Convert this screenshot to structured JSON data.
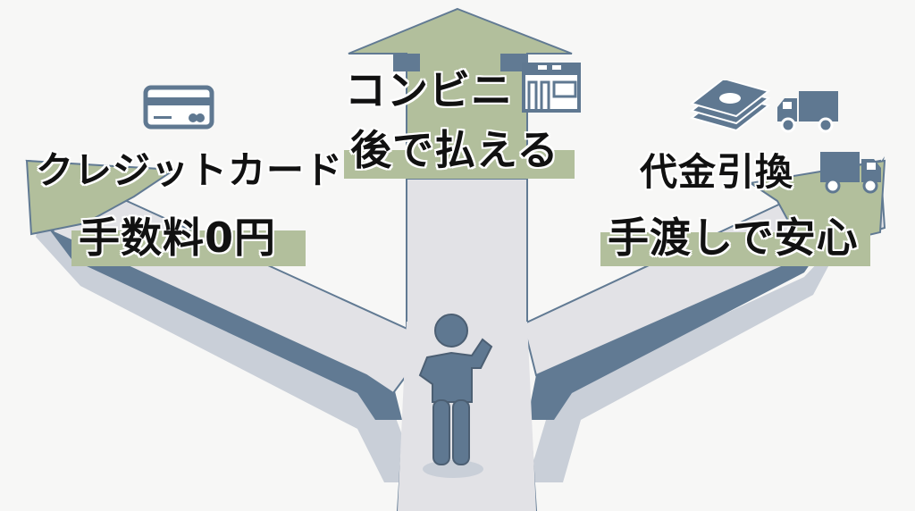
{
  "options": [
    {
      "id": "credit",
      "title": "クレジットカード",
      "subtitle": "手数料0円",
      "icon": "credit-card-icon"
    },
    {
      "id": "convenience",
      "title": "コンビニ",
      "subtitle": "後で払える",
      "icon": "convenience-store-icon"
    },
    {
      "id": "cod",
      "title": "代金引換",
      "subtitle": "手渡しで安心",
      "icon": "truck-icon",
      "extra_icons": [
        "cash-stack-icon",
        "truck-icon"
      ]
    }
  ],
  "center_figure": "thinking-person-icon",
  "colors": {
    "road": "#e2e2e6",
    "road_edge": "#617a93",
    "road_shadow": "#c9cfd8",
    "arrow_head": "#b2bf9c",
    "icon": "#5f7891",
    "text": "#111111",
    "background": "#f7f7f6"
  }
}
